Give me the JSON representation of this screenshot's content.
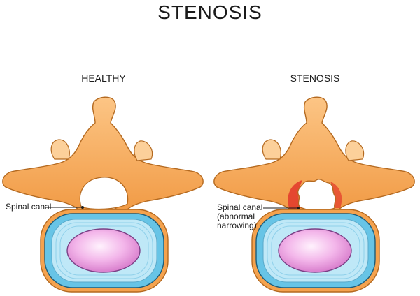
{
  "title": "STENOSIS",
  "panels": [
    {
      "heading": "HEALTHY",
      "label_lines": [
        "Spinal canal"
      ]
    },
    {
      "heading": "STENOSIS",
      "label_lines": [
        "Spinal canal",
        "(abnormal",
        "narrowing)"
      ]
    }
  ],
  "colors": {
    "bone": "#f4a24e",
    "bone_light": "#fcd09a",
    "bone_outline": "#b4691f",
    "disc_outer": "#67c4e6",
    "disc_ring": "#c8ecf8",
    "disc_outline": "#1d5d7a",
    "nucleus": "#ef9fdf",
    "stenosis_red": "#e2372a"
  }
}
